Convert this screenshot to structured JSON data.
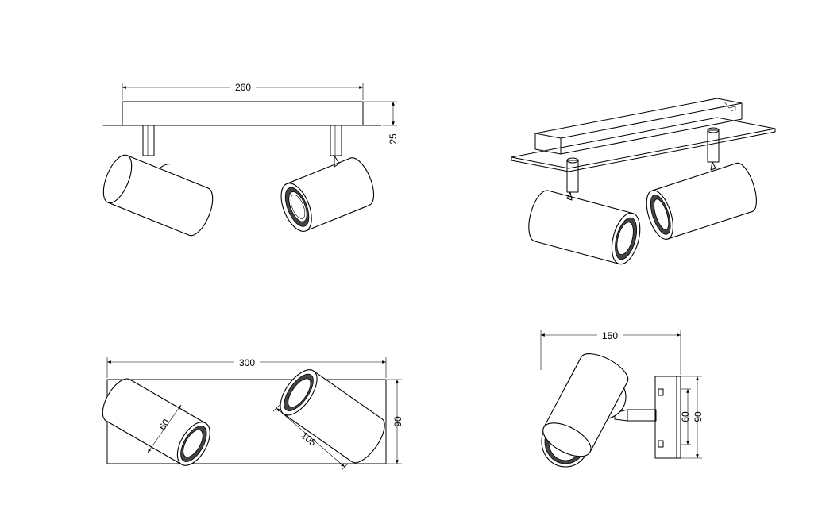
{
  "dimensions": {
    "front_width": "260",
    "front_height": "25",
    "top_length": "300",
    "top_depth": "90",
    "spot_diameter": "60",
    "spot_length": "105",
    "side_projection": "150",
    "side_mount_inner": "60",
    "side_mount_outer": "90"
  },
  "colors": {
    "line": "#000000",
    "background": "#ffffff",
    "ring": "#444444"
  }
}
